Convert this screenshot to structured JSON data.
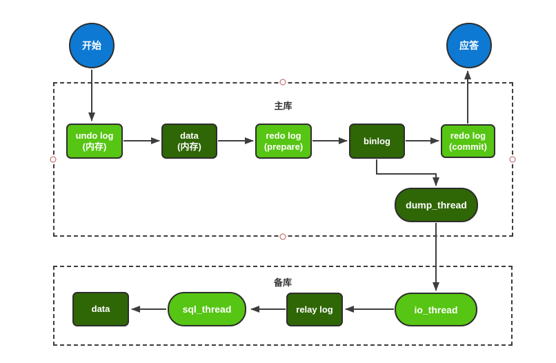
{
  "diagram": {
    "colors": {
      "canvas_bg": "#ffffff",
      "node_blue": "#0e79d2",
      "node_light_green": "#56c513",
      "node_dark_green": "#2f6606",
      "node_border": "#2d2d2d",
      "node_text": "#ffffff",
      "arrow": "#3d3d3d",
      "group_border": "#3b3b3b",
      "group_label_text": "#333333",
      "connection_point": "#b85450"
    },
    "start": {
      "label": "开始"
    },
    "ack": {
      "label": "应答"
    },
    "groups": {
      "primary": {
        "label": "主库"
      },
      "secondary": {
        "label": "备库"
      }
    },
    "nodes": {
      "undo_log": {
        "line1": "undo log",
        "line2": "(内存)"
      },
      "data_memory": {
        "line1": "data",
        "line2": "(内存)"
      },
      "redo_log_prepare": {
        "line1": "redo log",
        "line2": "(prepare)"
      },
      "binlog": {
        "line1": "binlog"
      },
      "redo_log_commit": {
        "line1": "redo log",
        "line2": "(commit)"
      },
      "dump_thread": {
        "line1": "dump_thread"
      },
      "data_replica": {
        "line1": "data"
      },
      "sql_thread": {
        "line1": "sql_thread"
      },
      "relay_log": {
        "line1": "relay log"
      },
      "io_thread": {
        "line1": "io_thread"
      }
    }
  }
}
